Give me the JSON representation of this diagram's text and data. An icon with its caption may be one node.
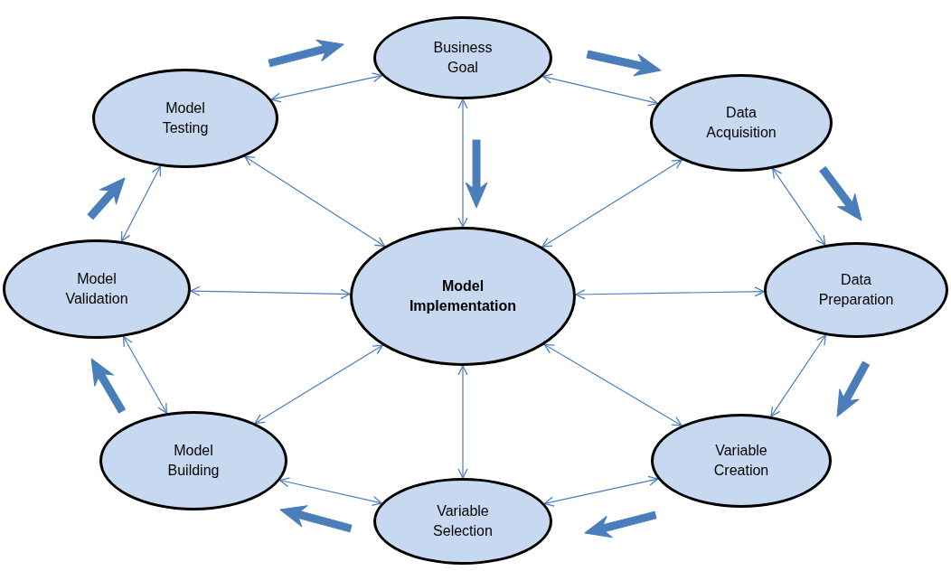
{
  "diagram": {
    "nodes": [
      {
        "text": [
          "Business Goal"
        ]
      },
      {
        "text": [
          "Data Acquisition"
        ]
      },
      {
        "text": [
          "Data Preparation"
        ]
      },
      {
        "text": [
          "Variable Creation"
        ]
      },
      {
        "text": [
          "Variable Selection"
        ]
      },
      {
        "text": [
          "Model Building"
        ]
      },
      {
        "text": [
          "Model Validation"
        ]
      },
      {
        "text": [
          "Model Testing"
        ]
      },
      {
        "text": [
          "Model Implementation"
        ]
      }
    ],
    "edges": [
      {
        "from": 7,
        "to": 0,
        "arrow": "both"
      },
      {
        "from": 0,
        "to": 1,
        "arrow": "both"
      },
      {
        "from": 1,
        "to": 2,
        "arrow": "both"
      },
      {
        "from": 2,
        "to": 3,
        "arrow": "both"
      },
      {
        "from": 3,
        "to": 4,
        "arrow": "both"
      },
      {
        "from": 4,
        "to": 5,
        "arrow": "both"
      },
      {
        "from": 5,
        "to": 6,
        "arrow": "both"
      },
      {
        "from": 6,
        "to": 7,
        "arrow": "both"
      },
      {
        "from": 8,
        "to": 0,
        "arrow": "both"
      },
      {
        "from": 8,
        "to": 1,
        "arrow": "both"
      },
      {
        "from": 8,
        "to": 2,
        "arrow": "both"
      },
      {
        "from": 8,
        "to": 3,
        "arrow": "both"
      },
      {
        "from": 8,
        "to": 4,
        "arrow": "both"
      },
      {
        "from": 8,
        "to": 5,
        "arrow": "both"
      },
      {
        "from": 8,
        "to": 6,
        "arrow": "both"
      },
      {
        "from": 8,
        "to": 7,
        "arrow": "both"
      },
      {
        "from": 7,
        "to": 0,
        "arrow": "to",
        "style": "thick"
      },
      {
        "from": 0,
        "to": 1,
        "arrow": "to",
        "style": "thick"
      },
      {
        "from": 1,
        "to": 2,
        "arrow": "to",
        "style": "thick"
      },
      {
        "from": 2,
        "to": 3,
        "arrow": "to",
        "style": "thick"
      },
      {
        "from": 3,
        "to": 4,
        "arrow": "to",
        "style": "thick"
      },
      {
        "from": 4,
        "to": 5,
        "arrow": "to",
        "style": "thick"
      },
      {
        "from": 5,
        "to": 6,
        "arrow": "to",
        "style": "thick"
      },
      {
        "from": 6,
        "to": 7,
        "arrow": "to",
        "style": "thick"
      },
      {
        "from": 0,
        "to": 8,
        "arrow": "to",
        "style": "thick"
      }
    ]
  }
}
